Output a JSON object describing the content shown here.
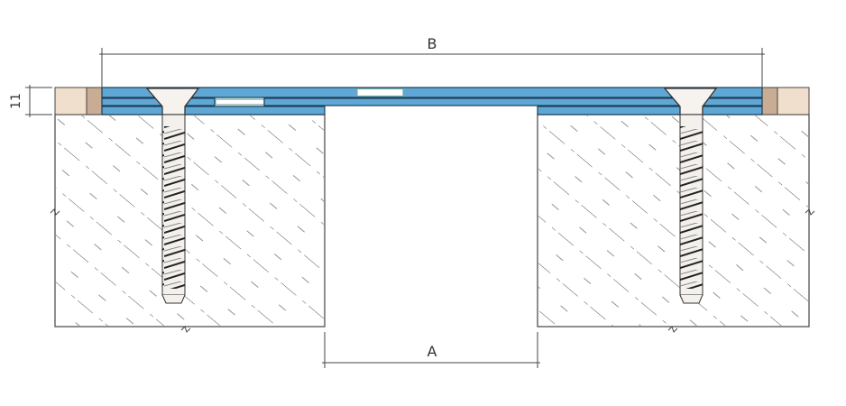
{
  "dimensions": {
    "overall_width_label": "B",
    "gap_width_label": "A",
    "height_label": "11"
  },
  "colors": {
    "profile_blue": "#5fa8d6",
    "insert_white": "#ffffff",
    "end_cap_light": "#efdfcc",
    "end_cap_dark": "#c8ad94",
    "line": "#333333"
  }
}
